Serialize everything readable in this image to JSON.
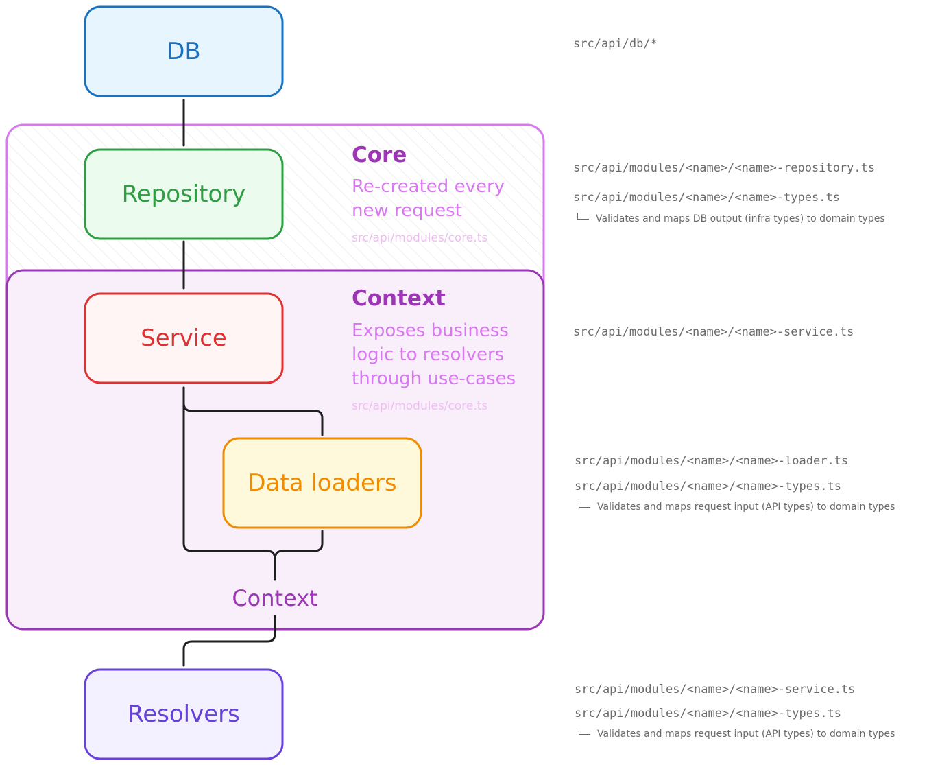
{
  "colors": {
    "db": "#1971c2",
    "repository": "#2f9e44",
    "service": "#e03131",
    "loaders": "#f08c00",
    "resolvers": "#6741d9",
    "core": "#da77f2",
    "context": "#9c36b5",
    "path_text": "#6b6b6b"
  },
  "nodes": {
    "db": "DB",
    "repository": "Repository",
    "service": "Service",
    "loaders": "Data loaders",
    "resolvers": "Resolvers",
    "context_merge": "Context"
  },
  "regions": {
    "core": {
      "title": "Core",
      "description_lines": [
        "Re-created every",
        "new request"
      ],
      "file": "src/api/modules/core.ts"
    },
    "context": {
      "title": "Context",
      "description_lines": [
        "Exposes business",
        "logic to resolvers",
        "through use-cases"
      ],
      "file": "src/api/modules/core.ts"
    }
  },
  "annotations": {
    "db": {
      "path": "src/api/db/*"
    },
    "repository": {
      "paths": [
        "src/api/modules/<name>/<name>-repository.ts",
        "src/api/modules/<name>/<name>-types.ts"
      ],
      "note": "Validates and maps DB output (infra types) to domain types"
    },
    "service": {
      "path": "src/api/modules/<name>/<name>-service.ts"
    },
    "loaders": {
      "paths": [
        "src/api/modules/<name>/<name>-loader.ts",
        "src/api/modules/<name>/<name>-types.ts"
      ],
      "note": "Validates and maps request input (API types) to domain types"
    },
    "resolvers": {
      "paths": [
        "src/api/modules/<name>/<name>-service.ts",
        "src/api/modules/<name>/<name>-types.ts"
      ],
      "note": "Validates and maps request input (API types) to domain types"
    }
  }
}
